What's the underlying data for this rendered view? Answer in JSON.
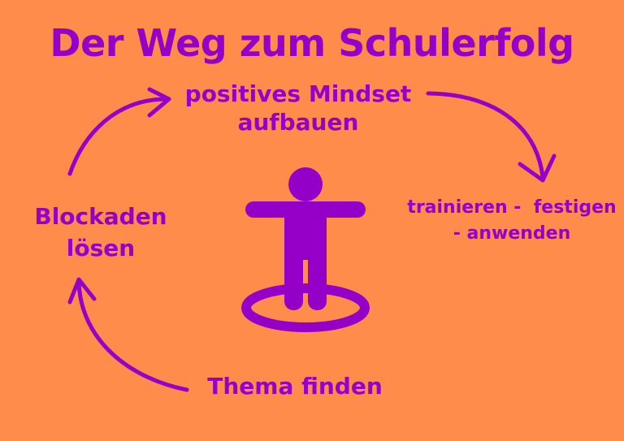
{
  "title": "Der Weg zum Schulerfolg",
  "steps": {
    "top": [
      "positives Mindset",
      "aufbauen"
    ],
    "right": [
      "trainieren -  festigen",
      "- anwenden"
    ],
    "bottom": [
      "Thema finden"
    ],
    "left": [
      "Blockaden",
      "lösen"
    ]
  },
  "colors": {
    "background": "#FF8C4B",
    "accent": "#9400C8"
  },
  "icons": {
    "center": "person-standing-on-spot-icon",
    "arrows": "curved-arrow-icon"
  }
}
